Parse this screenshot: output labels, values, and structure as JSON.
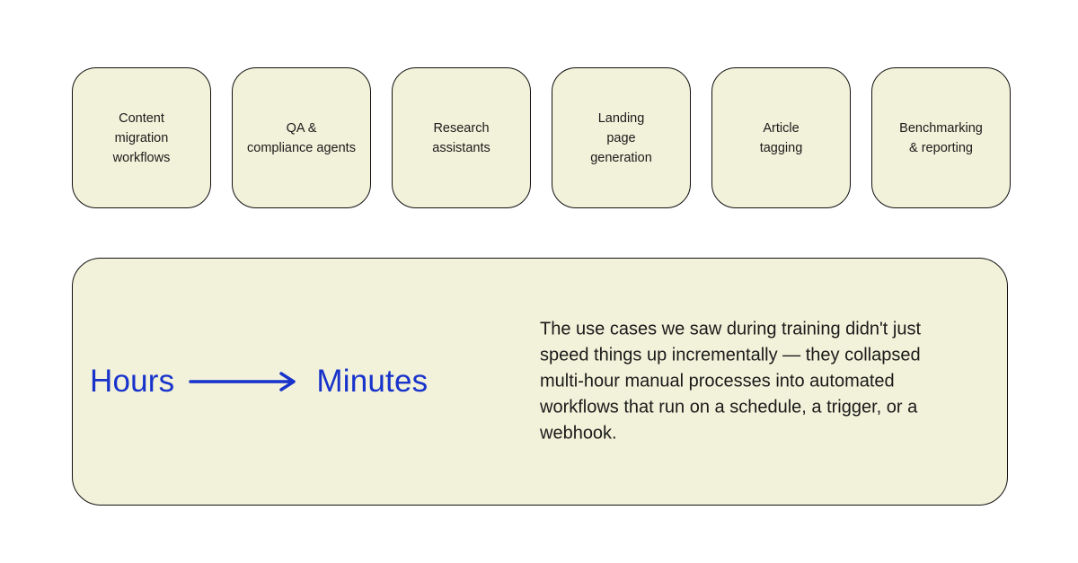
{
  "colors": {
    "card_background": "#f2f1d9",
    "card_border": "#121212",
    "accent_blue": "#1733cc",
    "body_text": "#1a1a1a"
  },
  "use_case_cards": [
    {
      "label": "Content\nmigration\nworkflows"
    },
    {
      "label": "QA &\ncompliance agents"
    },
    {
      "label": "Research\nassistants"
    },
    {
      "label": "Landing\npage\ngeneration"
    },
    {
      "label": "Article\ntagging"
    },
    {
      "label": "Benchmarking\n& reporting"
    }
  ],
  "highlight_panel": {
    "from_label": "Hours",
    "to_label": "Minutes",
    "arrow_icon": "right-arrow-icon",
    "description": "The use cases we saw during training didn't just speed things up incrementally — they collapsed multi-hour manual processes into automated workflows that run on a schedule, a trigger, or a webhook."
  }
}
